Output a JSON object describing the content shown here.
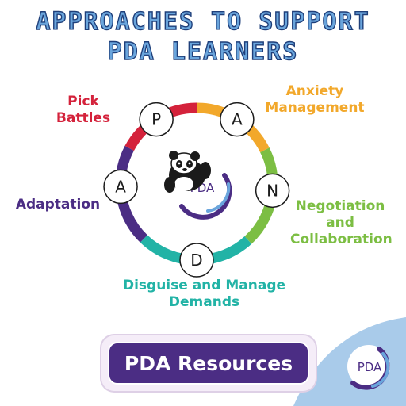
{
  "title": {
    "line1": "APPROACHES TO SUPPORT",
    "line2": "PDA LEARNERS"
  },
  "diagram": {
    "center_logo_text": "PDA",
    "nodes": [
      {
        "letter": "P",
        "label": "Pick\nBattles",
        "color": "#d4223b"
      },
      {
        "letter": "A",
        "label": "Anxiety\nManagement",
        "color": "#f2a82b"
      },
      {
        "letter": "N",
        "label": "Negotiation\nand\nCollaboration",
        "color": "#7cbe43"
      },
      {
        "letter": "D",
        "label": "Disguise and Manage\nDemands",
        "color": "#22b3a6"
      },
      {
        "letter": "A",
        "label": "Adaptation",
        "color": "#4b2d84"
      }
    ]
  },
  "resources_button": {
    "label": "PDA Resources"
  },
  "corner_logo": {
    "text": "PDA"
  },
  "colors": {
    "title_fill": "#6aa5dc",
    "title_outline": "#1f3f7a",
    "purple": "#4b2d84",
    "corner_blob": "#a9cbea"
  }
}
